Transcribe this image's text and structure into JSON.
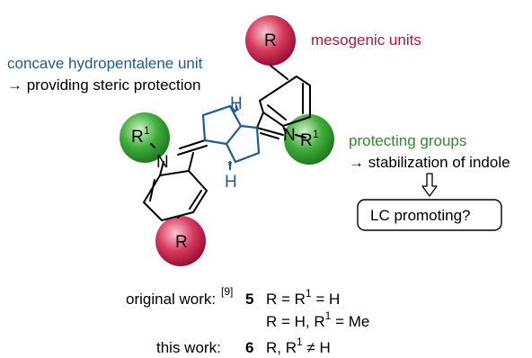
{
  "colors": {
    "blue": "#1f5a96",
    "red": "#b0183e",
    "green": "#2e8b2e",
    "black": "#000000"
  },
  "annotations": {
    "mesogenic": "mesogenic units",
    "concave_line1": "concave hydropentalene unit",
    "concave_line2": "→ providing steric protection",
    "protecting_line1": "protecting groups",
    "protecting_line2": "→ stabilization of indole",
    "lc_box": "LC promoting?"
  },
  "atoms": {
    "R": "R",
    "R1": "R",
    "one": "1",
    "N": "N",
    "H": "H"
  },
  "table": {
    "row1_label": "original work:",
    "row1_ref": "[9]",
    "row1_num": "5",
    "row1_a": "R = R",
    "row1_a_sup": "1",
    "row1_a_end": " = H",
    "row2_a": "R = H, R",
    "row2_a_sup": "1",
    "row2_a_end": " = Me",
    "row3_label": "this work:",
    "row3_num": "6",
    "row3_a": "R, R",
    "row3_a_sup": "1",
    "row3_a_end": " ≠ H"
  }
}
